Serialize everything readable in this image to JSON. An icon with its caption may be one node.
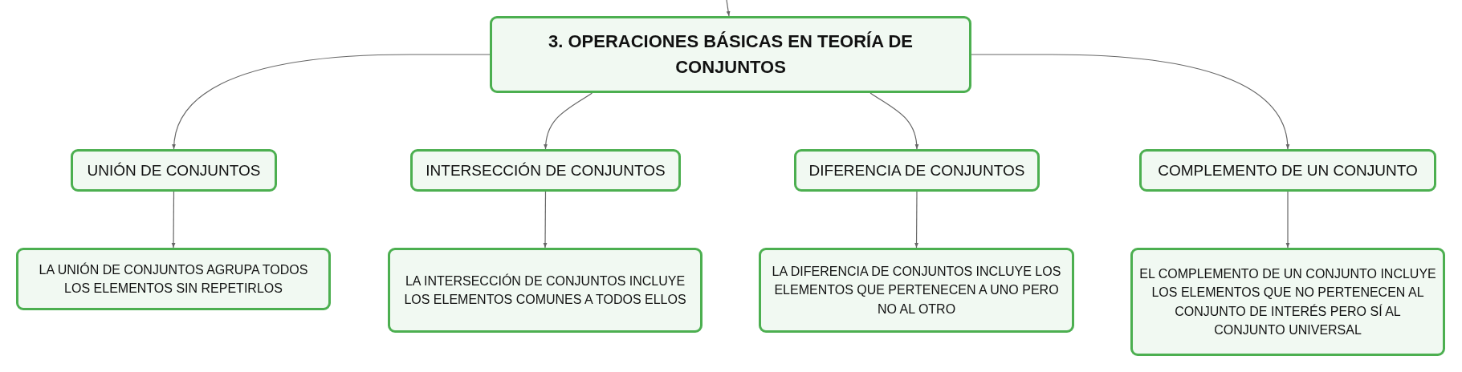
{
  "diagram": {
    "nodes": [
      {
        "text": [
          "3. OPERACIONES BÁSICAS EN TEORÍA DE CONJUNTOS"
        ]
      },
      {
        "text": [
          "UNIÓN DE CONJUNTOS"
        ]
      },
      {
        "text": [
          "INTERSECCIÓN DE CONJUNTOS"
        ]
      },
      {
        "text": [
          "DIFERENCIA DE CONJUNTOS"
        ]
      },
      {
        "text": [
          "COMPLEMENTO DE UN CONJUNTO"
        ]
      },
      {
        "text": [
          "LA UNIÓN DE CONJUNTOS AGRUPA TODOS LOS ELEMENTOS SIN REPETIRLOS"
        ]
      },
      {
        "text": [
          "LA INTERSECCIÓN DE CONJUNTOS INCLUYE LOS ELEMENTOS COMUNES A TODOS ELLOS"
        ]
      },
      {
        "text": [
          "LA DIFERENCIA DE CONJUNTOS INCLUYE LOS ELEMENTOS QUE PERTENECEN A UNO PERO NO AL OTRO"
        ]
      },
      {
        "text": [
          "EL COMPLEMENTO DE UN CONJUNTO INCLUYE LOS ELEMENTOS QUE NO PERTENECEN AL CONJUNTO DE INTERÉS PERO SÍ AL CONJUNTO UNIVERSAL"
        ]
      }
    ],
    "edges": [
      {
        "from": null,
        "to": 0,
        "arrow": "to"
      },
      {
        "from": 0,
        "to": 1,
        "arrow": "to"
      },
      {
        "from": 0,
        "to": 2,
        "arrow": "to"
      },
      {
        "from": 0,
        "to": 3,
        "arrow": "to"
      },
      {
        "from": 0,
        "to": 4,
        "arrow": "to"
      },
      {
        "from": 1,
        "to": 5,
        "arrow": "to"
      },
      {
        "from": 2,
        "to": 6,
        "arrow": "to"
      },
      {
        "from": 3,
        "to": 7,
        "arrow": "to"
      },
      {
        "from": 4,
        "to": 8,
        "arrow": "to"
      }
    ]
  }
}
